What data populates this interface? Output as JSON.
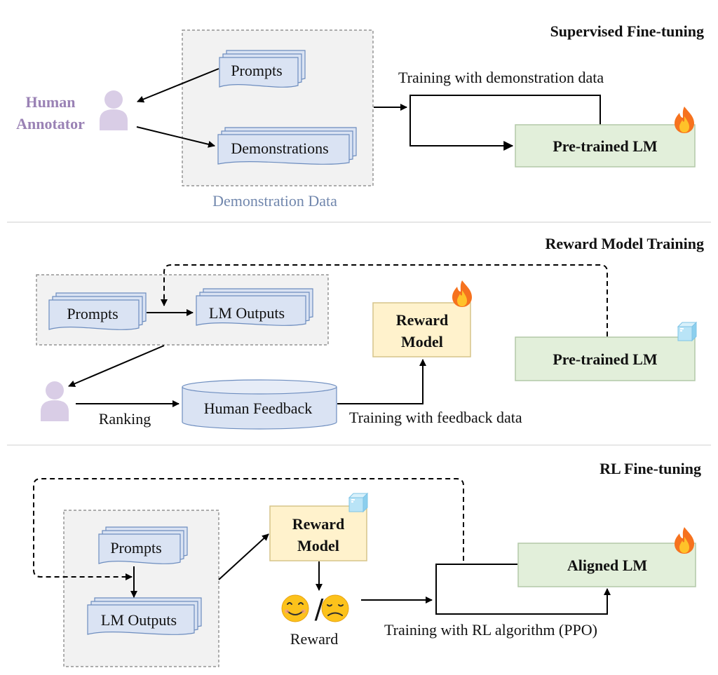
{
  "sections": {
    "sft": {
      "title": "Supervised Fine-tuning"
    },
    "rm": {
      "title": "Reward Model Training"
    },
    "rl": {
      "title": "RL Fine-tuning"
    }
  },
  "sft": {
    "annotator_line1": "Human",
    "annotator_line2": "Annotator",
    "prompts": "Prompts",
    "demonstrations": "Demonstrations",
    "data_caption": "Demonstration Data",
    "edge_label": "Training with demonstration data",
    "model": "Pre-trained LM"
  },
  "rm": {
    "prompts": "Prompts",
    "outputs": "LM Outputs",
    "reward_line1": "Reward",
    "reward_line2": "Model",
    "pretrained": "Pre-trained LM",
    "ranking": "Ranking",
    "feedback": "Human Feedback",
    "edge_label": "Training with feedback data"
  },
  "rl": {
    "prompts": "Prompts",
    "outputs": "LM Outputs",
    "reward_line1": "Reward",
    "reward_line2": "Model",
    "reward_caption": "Reward",
    "separator": "/",
    "aligned": "Aligned LM",
    "edge_label": "Training with RL algorithm (PPO)"
  },
  "colors": {
    "model_fill": "#e2efda",
    "reward_fill": "#fff2cc",
    "doc_fill": "#dae3f3",
    "annotator": "#d9cde6",
    "fire": "#f6721e",
    "ice": "#9fd6f0"
  },
  "icons": {
    "trainable": "fire-icon",
    "frozen": "ice-cube-icon",
    "annotator": "person-icon",
    "good_reward": "smiling-face-icon",
    "bad_reward": "disappointed-face-icon"
  }
}
